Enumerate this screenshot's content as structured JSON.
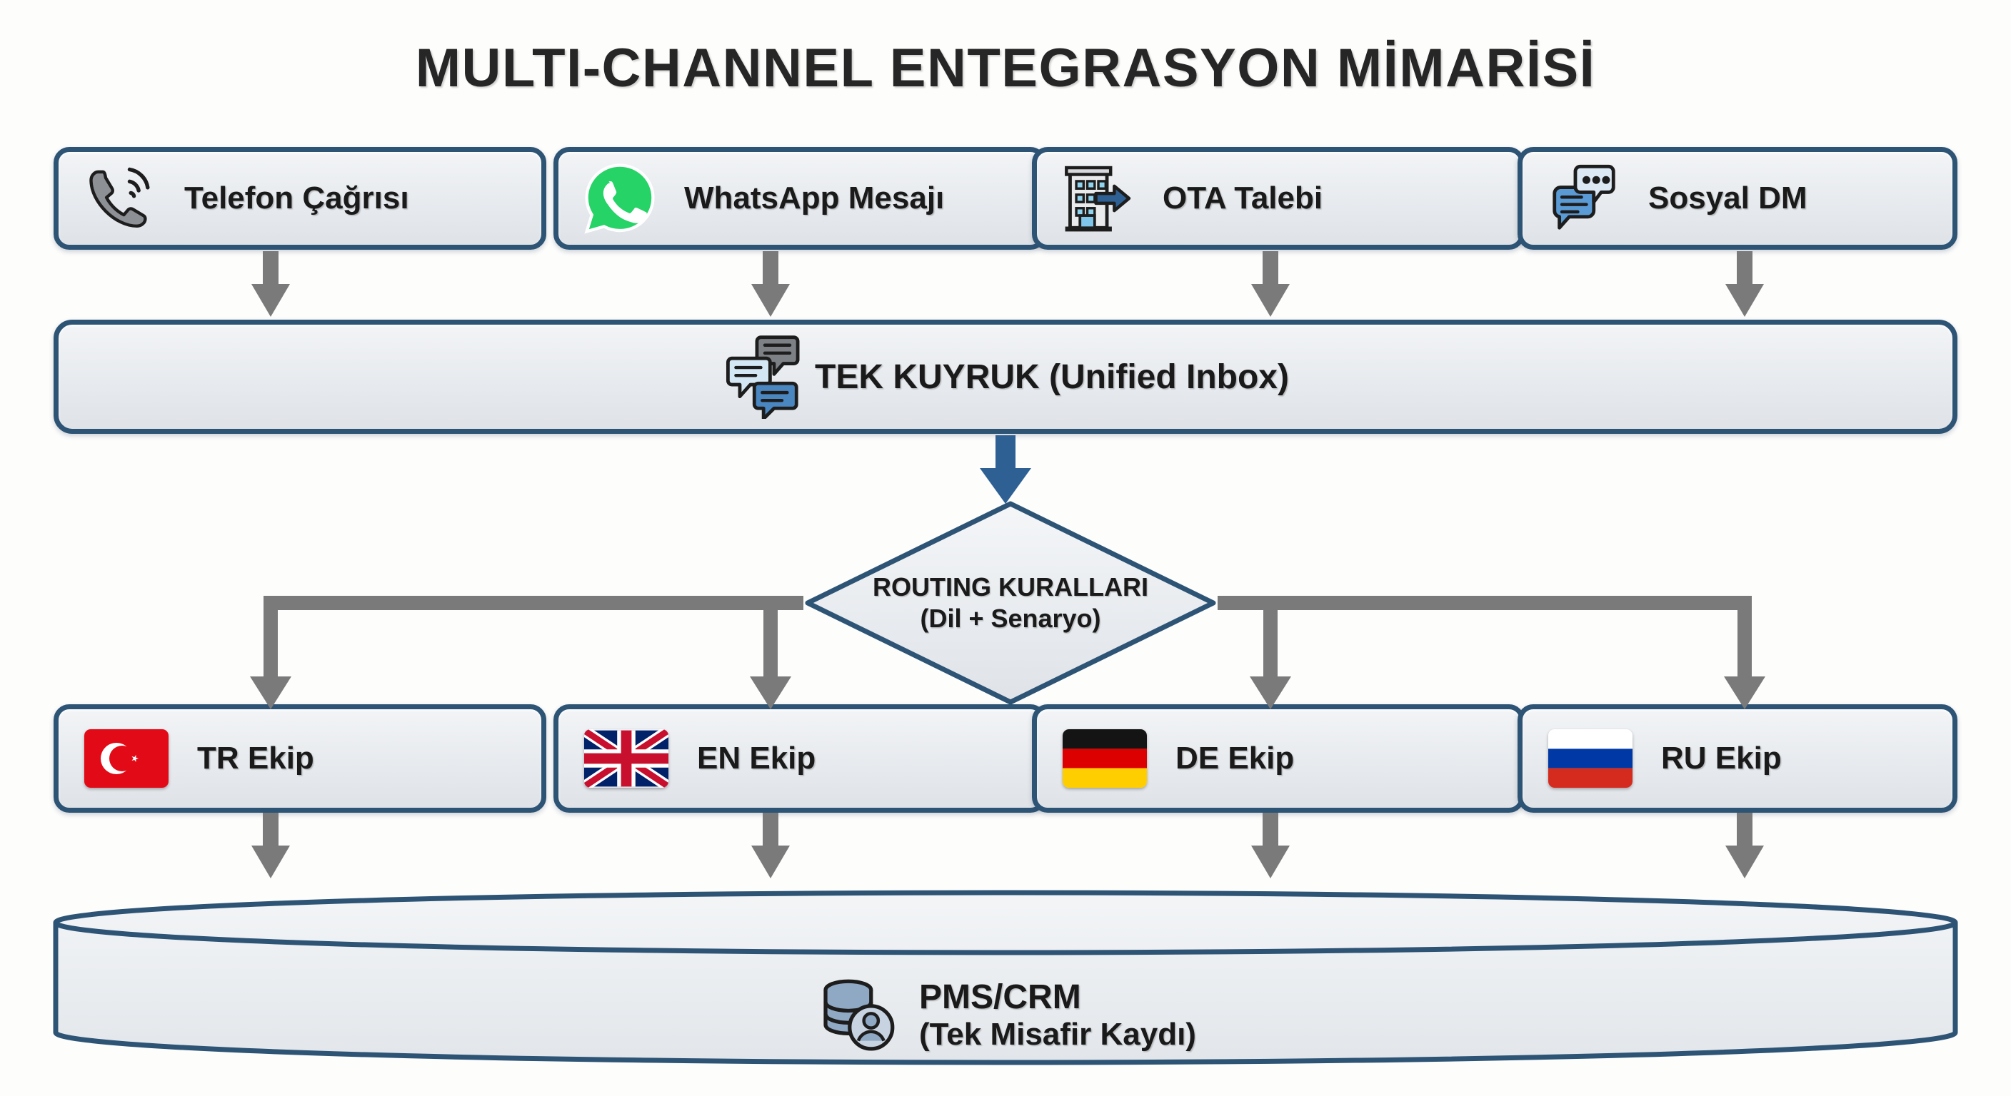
{
  "title": "MULTI-CHANNEL ENTEGRASYON MİMARİSİ",
  "colors": {
    "node_border": "#2e5475",
    "node_fill": "#e7eaee",
    "arrow_gray": "#7a7a7a",
    "arrow_blue": "#2e6094",
    "whatsapp_green": "#25d366",
    "tr_red": "#e30a17",
    "de_black": "#1a1a1a",
    "de_red": "#dd0000",
    "de_gold": "#ffce00",
    "ru_blue": "#0039a6",
    "ru_red": "#d52b1e",
    "uk_blue": "#012169",
    "uk_red": "#c8102e",
    "bg": "#fdfdfc"
  },
  "channels": [
    {
      "id": "phone",
      "label": "Telefon Çağrısı",
      "icon": "phone-ringing-icon"
    },
    {
      "id": "whatsapp",
      "label": "WhatsApp Mesajı",
      "icon": "whatsapp-icon"
    },
    {
      "id": "ota",
      "label": "OTA Talebi",
      "icon": "hotel-building-arrow-icon"
    },
    {
      "id": "social",
      "label": "Sosyal DM",
      "icon": "chat-bubbles-icon"
    }
  ],
  "inbox": {
    "label": "TEK KUYRUK (Unified Inbox)",
    "icon": "stacked-chat-bubbles-icon"
  },
  "router": {
    "line1": "ROUTING KURALLARI",
    "line2": "(Dil + Senaryo)"
  },
  "teams": [
    {
      "id": "tr",
      "label": "TR Ekip",
      "icon": "flag-turkey-icon"
    },
    {
      "id": "en",
      "label": "EN Ekip",
      "icon": "flag-uk-icon"
    },
    {
      "id": "de",
      "label": "DE Ekip",
      "icon": "flag-germany-icon"
    },
    {
      "id": "ru",
      "label": "RU Ekip",
      "icon": "flag-russia-icon"
    }
  ],
  "database": {
    "line1": "PMS/CRM",
    "line2": "(Tek Misafir Kaydı)",
    "icon": "database-user-icon"
  }
}
